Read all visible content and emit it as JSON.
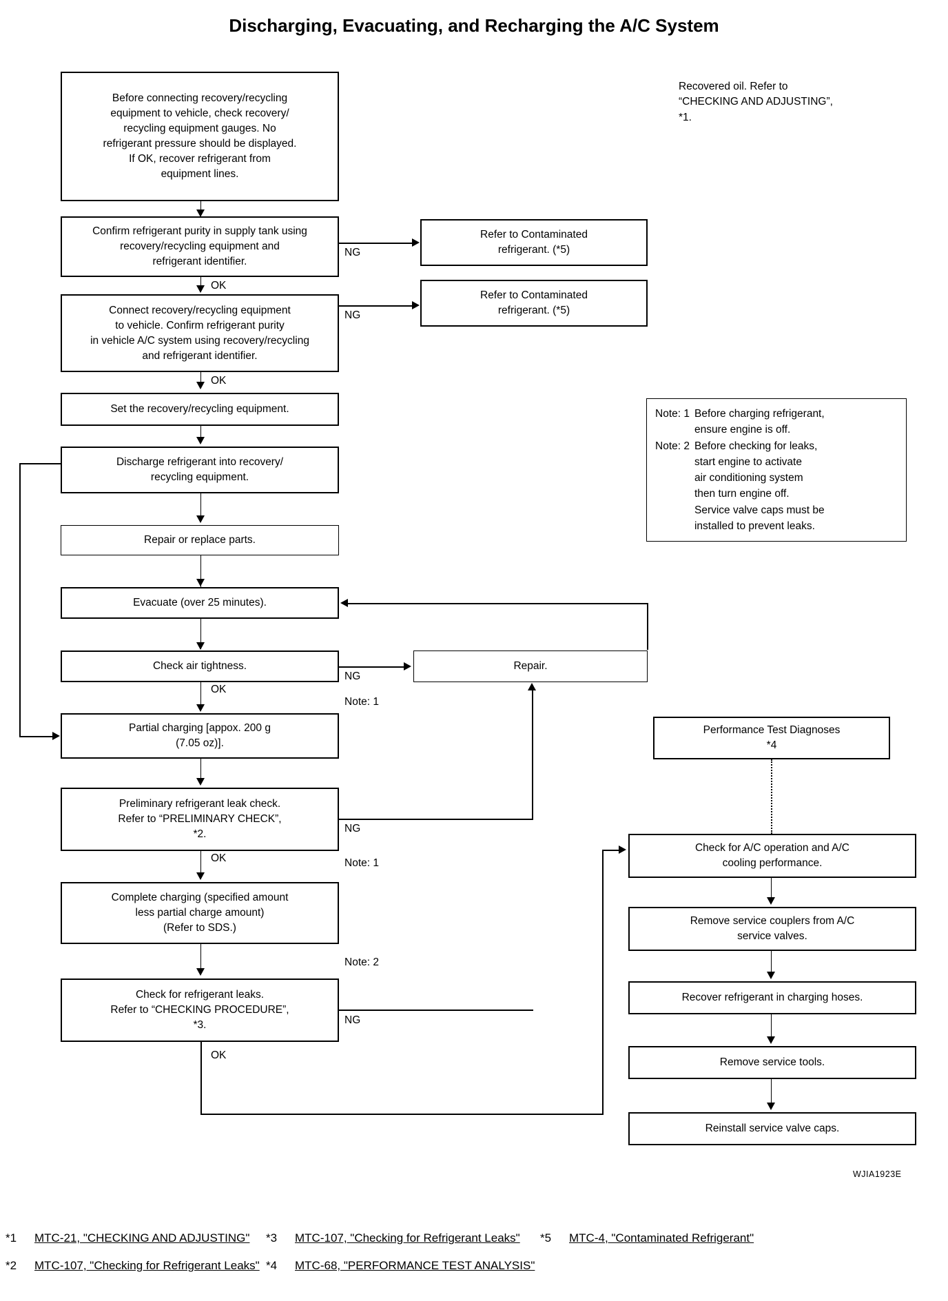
{
  "title": "Discharging, Evacuating, and Recharging the A/C System",
  "figure_code": "WJIA1923E",
  "side_note": {
    "text": "Recovered oil. Refer to\n“CHECKING AND ADJUSTING”,\n*1."
  },
  "boxes": {
    "before_connecting": "Before connecting recovery/recycling\nequipment to vehicle, check recovery/\nrecycling equipment gauges. No\nrefrigerant pressure should be displayed.\nIf OK, recover refrigerant from\nequipment lines.",
    "confirm_supply_tank": "Confirm refrigerant purity in supply tank using\nrecovery/recycling equipment and\nrefrigerant identifier.",
    "contaminated_1": "Refer to Contaminated\nrefrigerant. (*5)",
    "connect_to_vehicle": "Connect recovery/recycling equipment\nto vehicle. Confirm refrigerant purity\nin vehicle A/C system using recovery/recycling\nand refrigerant identifier.",
    "contaminated_2": "Refer to Contaminated\nrefrigerant. (*5)",
    "set_equipment": "Set the recovery/recycling equipment.",
    "discharge": "Discharge refrigerant into recovery/\nrecycling equipment.",
    "repair_replace": "Repair or replace parts.",
    "evacuate": "Evacuate (over 25 minutes).",
    "check_air_tightness": "Check air tightness.",
    "repair": "Repair.",
    "partial_charging": "Partial charging [appox. 200 g\n(7.05 oz)].",
    "preliminary_leak_check": "Preliminary refrigerant leak check.\nRefer to “PRELIMINARY CHECK”,\n*2.",
    "complete_charging": "Complete charging (specified amount\nless partial charge amount)\n(Refer to SDS.)",
    "check_for_leaks": "Check for refrigerant leaks.\nRefer to “CHECKING PROCEDURE”,\n*3.",
    "performance_test": "Performance Test Diagnoses\n*4",
    "check_ac_operation": "Check for A/C operation and A/C\ncooling performance.",
    "remove_couplers": "Remove service couplers from A/C\nservice valves.",
    "recover_hoses": "Recover refrigerant in charging hoses.",
    "remove_tools": "Remove service tools.",
    "reinstall_caps": "Reinstall service valve caps."
  },
  "edge_labels": {
    "ng_1": "NG",
    "ok_1": "OK",
    "ng_2": "NG",
    "ok_2": "OK",
    "ng_tightness": "NG",
    "note_1_a": "Note: 1",
    "ok_tightness": "OK",
    "ng_preliminary": "NG",
    "note_1_b": "Note: 1",
    "ok_preliminary": "OK",
    "note_2": "Note: 2",
    "ng_leaks": "NG",
    "ok_leaks": "OK"
  },
  "notes_panel": [
    {
      "key": "Note: 1",
      "body": "Before charging refrigerant,\nensure engine is off."
    },
    {
      "key": "Note: 2",
      "body": "Before checking for leaks,\nstart engine to activate\nair conditioning system\nthen turn engine off.\nService valve caps must be\ninstalled to prevent leaks."
    }
  ],
  "footnotes": [
    {
      "mark": "*1",
      "text": "MTC-21, \"CHECKING AND ADJUSTING\""
    },
    {
      "mark": "*3",
      "text": "MTC-107, \"Checking for Refrigerant Leaks\""
    },
    {
      "mark": "*5",
      "text": "MTC-4, \"Contaminated Refrigerant\""
    },
    {
      "mark": "*2",
      "text": "MTC-107, \"Checking for Refrigerant Leaks\""
    },
    {
      "mark": "*4",
      "text": "MTC-68, \"PERFORMANCE TEST ANALYSIS\""
    },
    {
      "mark": "",
      "text": ""
    }
  ]
}
